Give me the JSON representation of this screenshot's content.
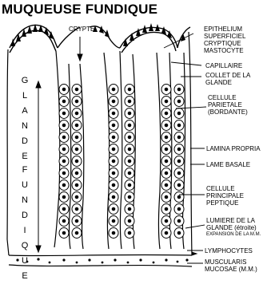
{
  "title": "MUQUEUSE FUNDIQUE",
  "crypte_label": "CRYPTE",
  "side_label": {
    "word1": [
      "G",
      "L",
      "A",
      "N",
      "D",
      "E"
    ],
    "word2": [
      "F",
      "U",
      "N",
      "D",
      "I",
      "Q",
      "U",
      "E"
    ]
  },
  "labels": [
    {
      "key": "epithelium",
      "lines": [
        "EPITHELIUM",
        "SUPERFICIEL",
        "CRYPTIQUE",
        "MASTOCYTE"
      ]
    },
    {
      "key": "capillaire",
      "lines": [
        "CAPILLAIRE"
      ]
    },
    {
      "key": "collet",
      "lines": [
        "COLLET DE LA",
        "GLANDE"
      ]
    },
    {
      "key": "parietale",
      "lines": [
        "CELLULE",
        "PARIETALE",
        "(BORDANTE)"
      ]
    },
    {
      "key": "lamina",
      "lines": [
        "LAMINA PROPRIA"
      ]
    },
    {
      "key": "lame",
      "lines": [
        "LAME BASALE"
      ]
    },
    {
      "key": "principale",
      "lines": [
        "CELLULE",
        "PRINCIPALE",
        "PEPTIQUE"
      ]
    },
    {
      "key": "lumiere",
      "lines": [
        "LUMIERE DE LA",
        "GLANDE (étroite)"
      ],
      "small": "EXPANSION DE LA M.M."
    },
    {
      "key": "lymphocytes",
      "lines": [
        "LYMPHOCYTES"
      ]
    },
    {
      "key": "muscularis",
      "lines": [
        "MUSCULARIS",
        "MUCOSAE (M.M.)"
      ]
    }
  ]
}
